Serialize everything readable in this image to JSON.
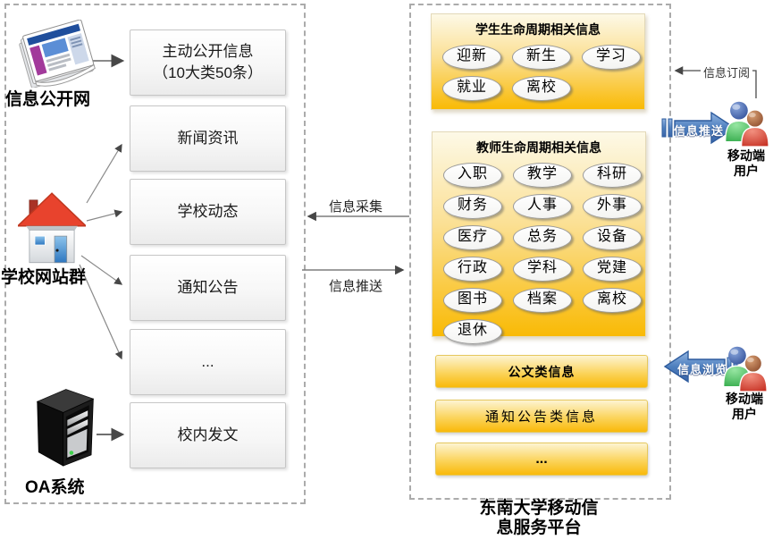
{
  "diagram": {
    "sources": {
      "newspaper_label": "信息公开网",
      "website_label": "学校网站群",
      "oa_label": "OA系统"
    },
    "left_boxes": [
      {
        "line1": "主动公开信息",
        "line2": "（10大类50条）"
      },
      {
        "line1": "新闻资讯"
      },
      {
        "line1": "学校动态"
      },
      {
        "line1": "通知公告"
      },
      {
        "line1": "..."
      },
      {
        "line1": "校内发文"
      }
    ],
    "flows": {
      "collect": "信息采集",
      "push_mid": "信息推送",
      "subscribe": "信息订阅",
      "push_arrow": "信息推送",
      "browse_arrow": "信息浏览"
    },
    "platform": {
      "title_line1": "东南大学移动信",
      "title_line2": "息服务平台",
      "student_panel": {
        "title": "学生生命周期相关信息",
        "tags": [
          "迎新",
          "新生",
          "学习",
          "就业",
          "离校"
        ]
      },
      "teacher_panel": {
        "title": "教师生命周期相关信息",
        "tags": [
          "入职",
          "教学",
          "科研",
          "财务",
          "人事",
          "外事",
          "医疗",
          "总务",
          "设备",
          "行政",
          "学科",
          "党建",
          "图书",
          "档案",
          "离校",
          "退休"
        ]
      },
      "bars": [
        "公文类信息",
        "通知公告类信息",
        "..."
      ]
    },
    "users_top": {
      "line1": "移动端",
      "line2": "用户"
    },
    "users_bottom": {
      "line1": "移动端",
      "line2": "用户"
    },
    "colors": {
      "gold": "#F9BA05",
      "gold_light": "#FDF9E7",
      "arrow_blue": "#4E7FBE",
      "arrow_blue_border": "#2E5C9E",
      "roof_red": "#E8432D",
      "person_green": "#2EA84A",
      "person_red": "#C92A1C"
    }
  }
}
